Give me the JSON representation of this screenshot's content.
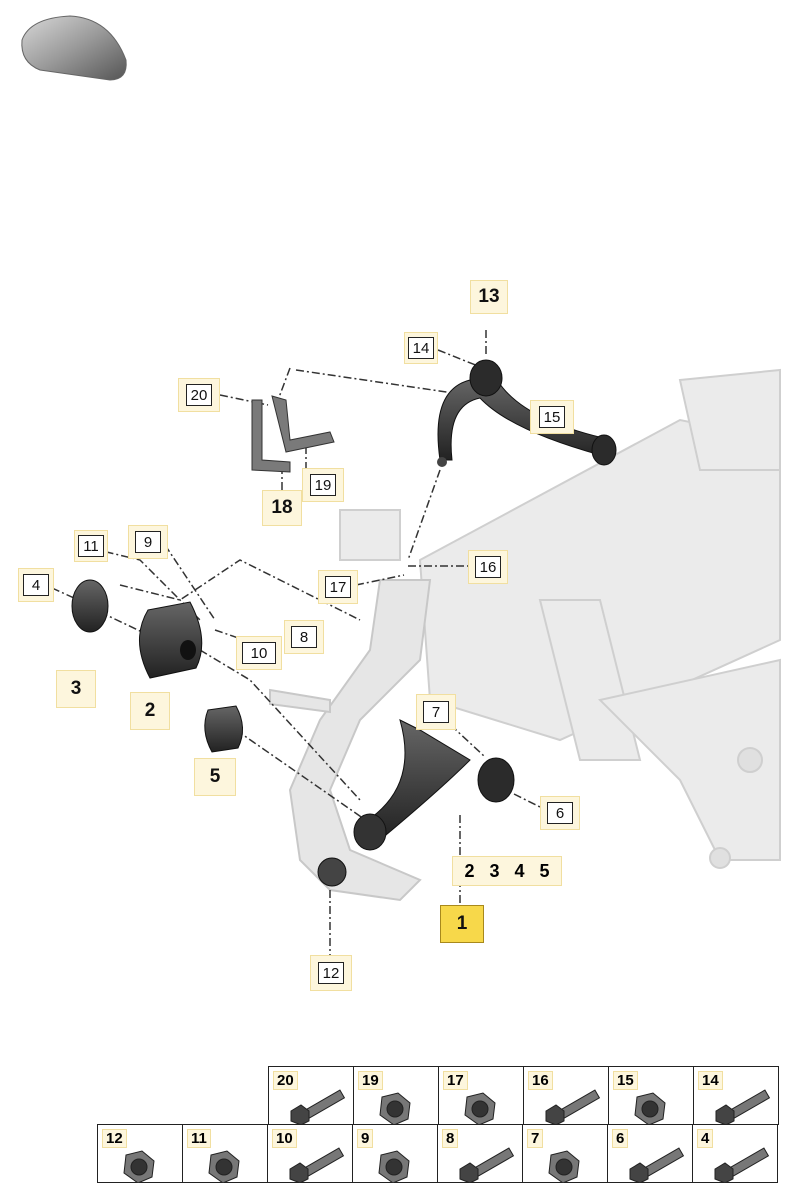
{
  "icon": "vehicle-body-icon",
  "callouts": {
    "c1": "1",
    "c2": "2",
    "c3": "3",
    "c4": "4",
    "c5": "5",
    "c6": "6",
    "c7": "7",
    "c8": "8",
    "c9": "9",
    "c10": "10",
    "c11": "11",
    "c12": "12",
    "c13": "13",
    "c14": "14",
    "c15": "15",
    "c16": "16",
    "c17": "17",
    "c18": "18",
    "c19": "19",
    "c20": "20"
  },
  "subset": [
    "2",
    "3",
    "4",
    "5"
  ],
  "hardware_row1": [
    "20",
    "19",
    "17",
    "16",
    "15",
    "14"
  ],
  "hardware_row2": [
    "12",
    "11",
    "10",
    "9",
    "8",
    "7",
    "6",
    "4"
  ],
  "colors": {
    "highlight": "#f7d84a",
    "label_bg": "#fdf6dd",
    "part_dark": "#3a3a3a",
    "ghost": "#dcdcdc"
  }
}
